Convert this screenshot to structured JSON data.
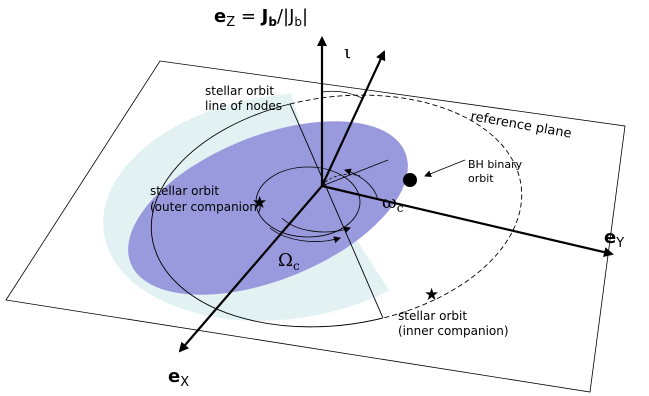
{
  "axes": {
    "z_symbol": "e",
    "z_sub": "Z",
    "z_equals": " = ",
    "z_J": "J",
    "z_J_sub": "b",
    "z_over": "/|J",
    "z_over_sub": "b",
    "z_close": "|",
    "y_symbol": "e",
    "y_sub": "Y",
    "x_symbol": "e",
    "x_sub": "X"
  },
  "angles": {
    "inclination": "ι",
    "omega_small": "ω",
    "omega_small_sub": "c",
    "omega_big": "Ω",
    "omega_big_sub": "c"
  },
  "labels": {
    "line_of_nodes_1": "stellar orbit",
    "line_of_nodes_2": "line of nodes",
    "reference_plane": "reference plane",
    "bh_binary_1": "BH binary",
    "bh_binary_2": "orbit",
    "outer_1": "stellar orbit",
    "outer_2": "(outer companion)",
    "inner_1": "stellar orbit",
    "inner_2": "(inner companion)"
  },
  "colors": {
    "inner_ellipse": "#9999dd",
    "outer_disk": "#e2f2f3",
    "overlap": "#a9c6e3",
    "lines": "#000000"
  }
}
